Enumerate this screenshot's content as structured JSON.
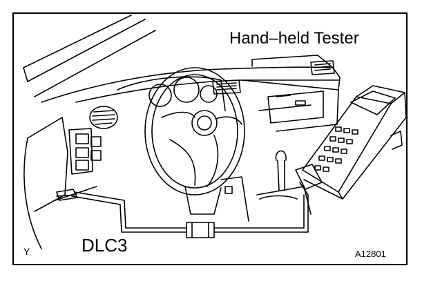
{
  "labels": {
    "tester": "Hand–held Tester",
    "connector": "DLC3",
    "orientation_mark": "Y",
    "figure_code": "A12801"
  },
  "colors": {
    "ink": "#000000",
    "paper": "#ffffff"
  }
}
